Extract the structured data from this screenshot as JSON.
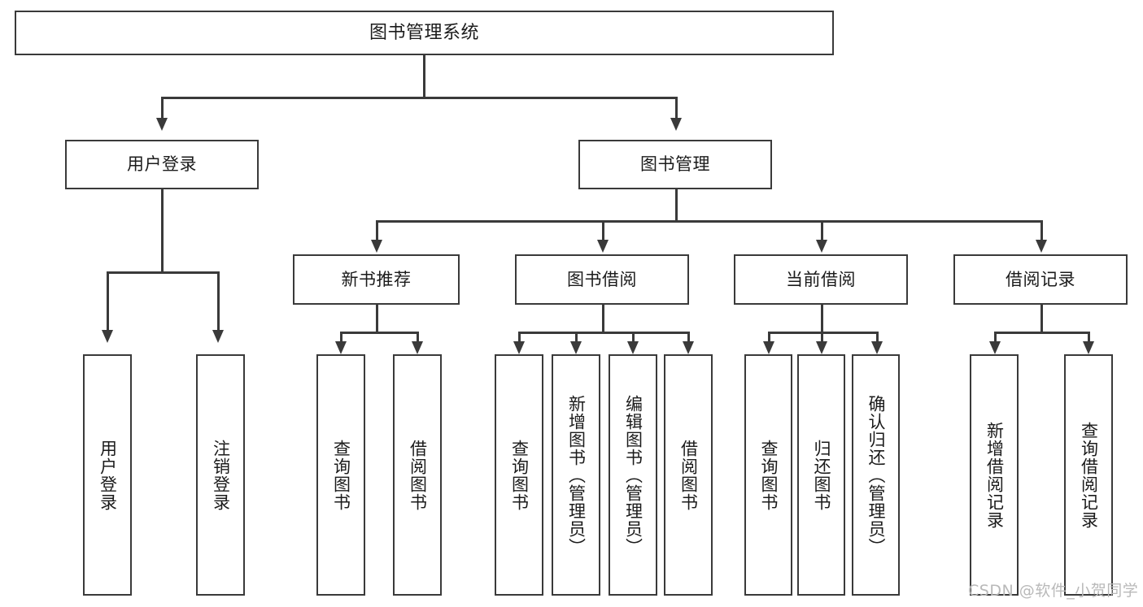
{
  "diagram": {
    "title": "图书管理系统",
    "watermark": "CSDN @软件_小贺同学",
    "type": "tree-hierarchy",
    "line_color": "#3a3a3a",
    "box_fill": "#ffffff",
    "text_color": "#1b1b1b",
    "watermark_color": "#b9b9b9"
  },
  "root": {
    "label": "图书管理系统"
  },
  "level2": [
    {
      "label": "用户登录"
    },
    {
      "label": "图书管理"
    }
  ],
  "level3": [
    {
      "label": "新书推荐"
    },
    {
      "label": "图书借阅"
    },
    {
      "label": "当前借阅"
    },
    {
      "label": "借阅记录"
    }
  ],
  "leaves": {
    "user_login": [
      {
        "label": "用户登录"
      },
      {
        "label": "注销登录"
      }
    ],
    "new_book_recommend": [
      {
        "label": "查询图书"
      },
      {
        "label": "借阅图书"
      }
    ],
    "book_borrow": [
      {
        "label": "查询图书"
      },
      {
        "label": "新增图书（管理员）"
      },
      {
        "label": "编辑图书（管理员）"
      },
      {
        "label": "借阅图书"
      }
    ],
    "current_borrow": [
      {
        "label": "查询图书"
      },
      {
        "label": "归还图书"
      },
      {
        "label": "确认归还（管理员）"
      }
    ],
    "borrow_record": [
      {
        "label": "新增借阅记录"
      },
      {
        "label": "查询借阅记录"
      }
    ]
  }
}
